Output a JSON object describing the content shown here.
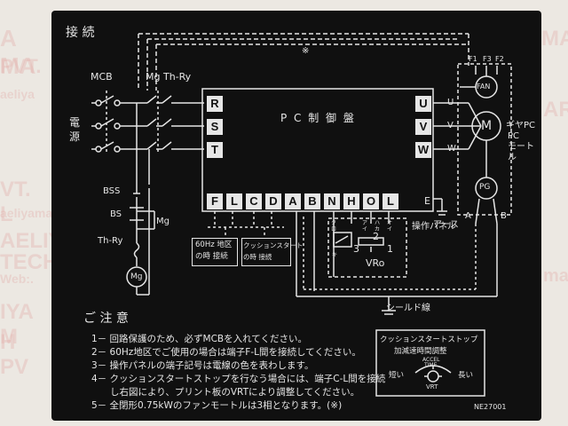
{
  "watermark": {
    "lines": [
      "A MA",
      "PVT.",
      "aeliya",
      "AR",
      "MAR",
      "VT. L",
      "aeliyamar",
      "AELIYA",
      "TECH",
      "Web:.",
      "IYA M",
      "H PV",
      "ma"
    ]
  },
  "diagram": {
    "title": "接 続",
    "mcb": "MCB",
    "mg_thry": "Mg Th-Ry",
    "power_label": "電\n源",
    "rst": [
      "R",
      "S",
      "T"
    ],
    "uvw": [
      "U",
      "V",
      "W"
    ],
    "controller": "P C 制 御 盤",
    "fan": "FAN",
    "fan_terms": [
      "F1",
      "F3",
      "F2"
    ],
    "motor": "M",
    "pg": "PG",
    "a": "A",
    "b": "B",
    "gear_pc": "ギヤPC",
    "pc_motor": "PC\nモートル",
    "asterisk": "※",
    "bss": "BSS",
    "bs": "BS",
    "mg_contact": "Mg",
    "thry": "Th-Ry",
    "mg_coil": "Mg",
    "bottom_terms": [
      "F",
      "L",
      "C",
      "D",
      "A",
      "B",
      "N",
      "H",
      "O",
      "L",
      "E"
    ],
    "earth": "アース",
    "hz_box": "60Hz 地区\nの時 接続",
    "cushion_box": "クッションスタート\nの時 接続",
    "op_panel": "操作パネル",
    "shield": "シールド線",
    "vr": "VRo",
    "vr_nums": [
      "3",
      "2",
      "1"
    ],
    "panel_small": [
      "ク\nロ",
      "ア\nイ",
      "ハ\nカ",
      "オ\nイ",
      "キ"
    ]
  },
  "notes": {
    "title": "ご 注 意",
    "items": [
      "1－ 回路保護のため、必ずMCBを入れてください。",
      "2－ 60Hz地区でご使用の場合は端子F-L間を接続してください。",
      "3－ 操作パネルの端子記号は電線の色を表わします。",
      "4－ クッションスタートストップを行なう場合には、端子C-L間を接続",
      "　　し右図により、プリント板のVRTにより調整してください。",
      "5－ 全閉形0.75kWのファンモートルは3相となります。(※)"
    ]
  },
  "adjust_box": {
    "title": "クッションスタートストップ",
    "subtitle": "加減速時間調整",
    "accel": "ACCEL",
    "time": "TIME",
    "short": "短い",
    "long": "長い",
    "vrt": "VRT"
  },
  "code": "NE27001"
}
